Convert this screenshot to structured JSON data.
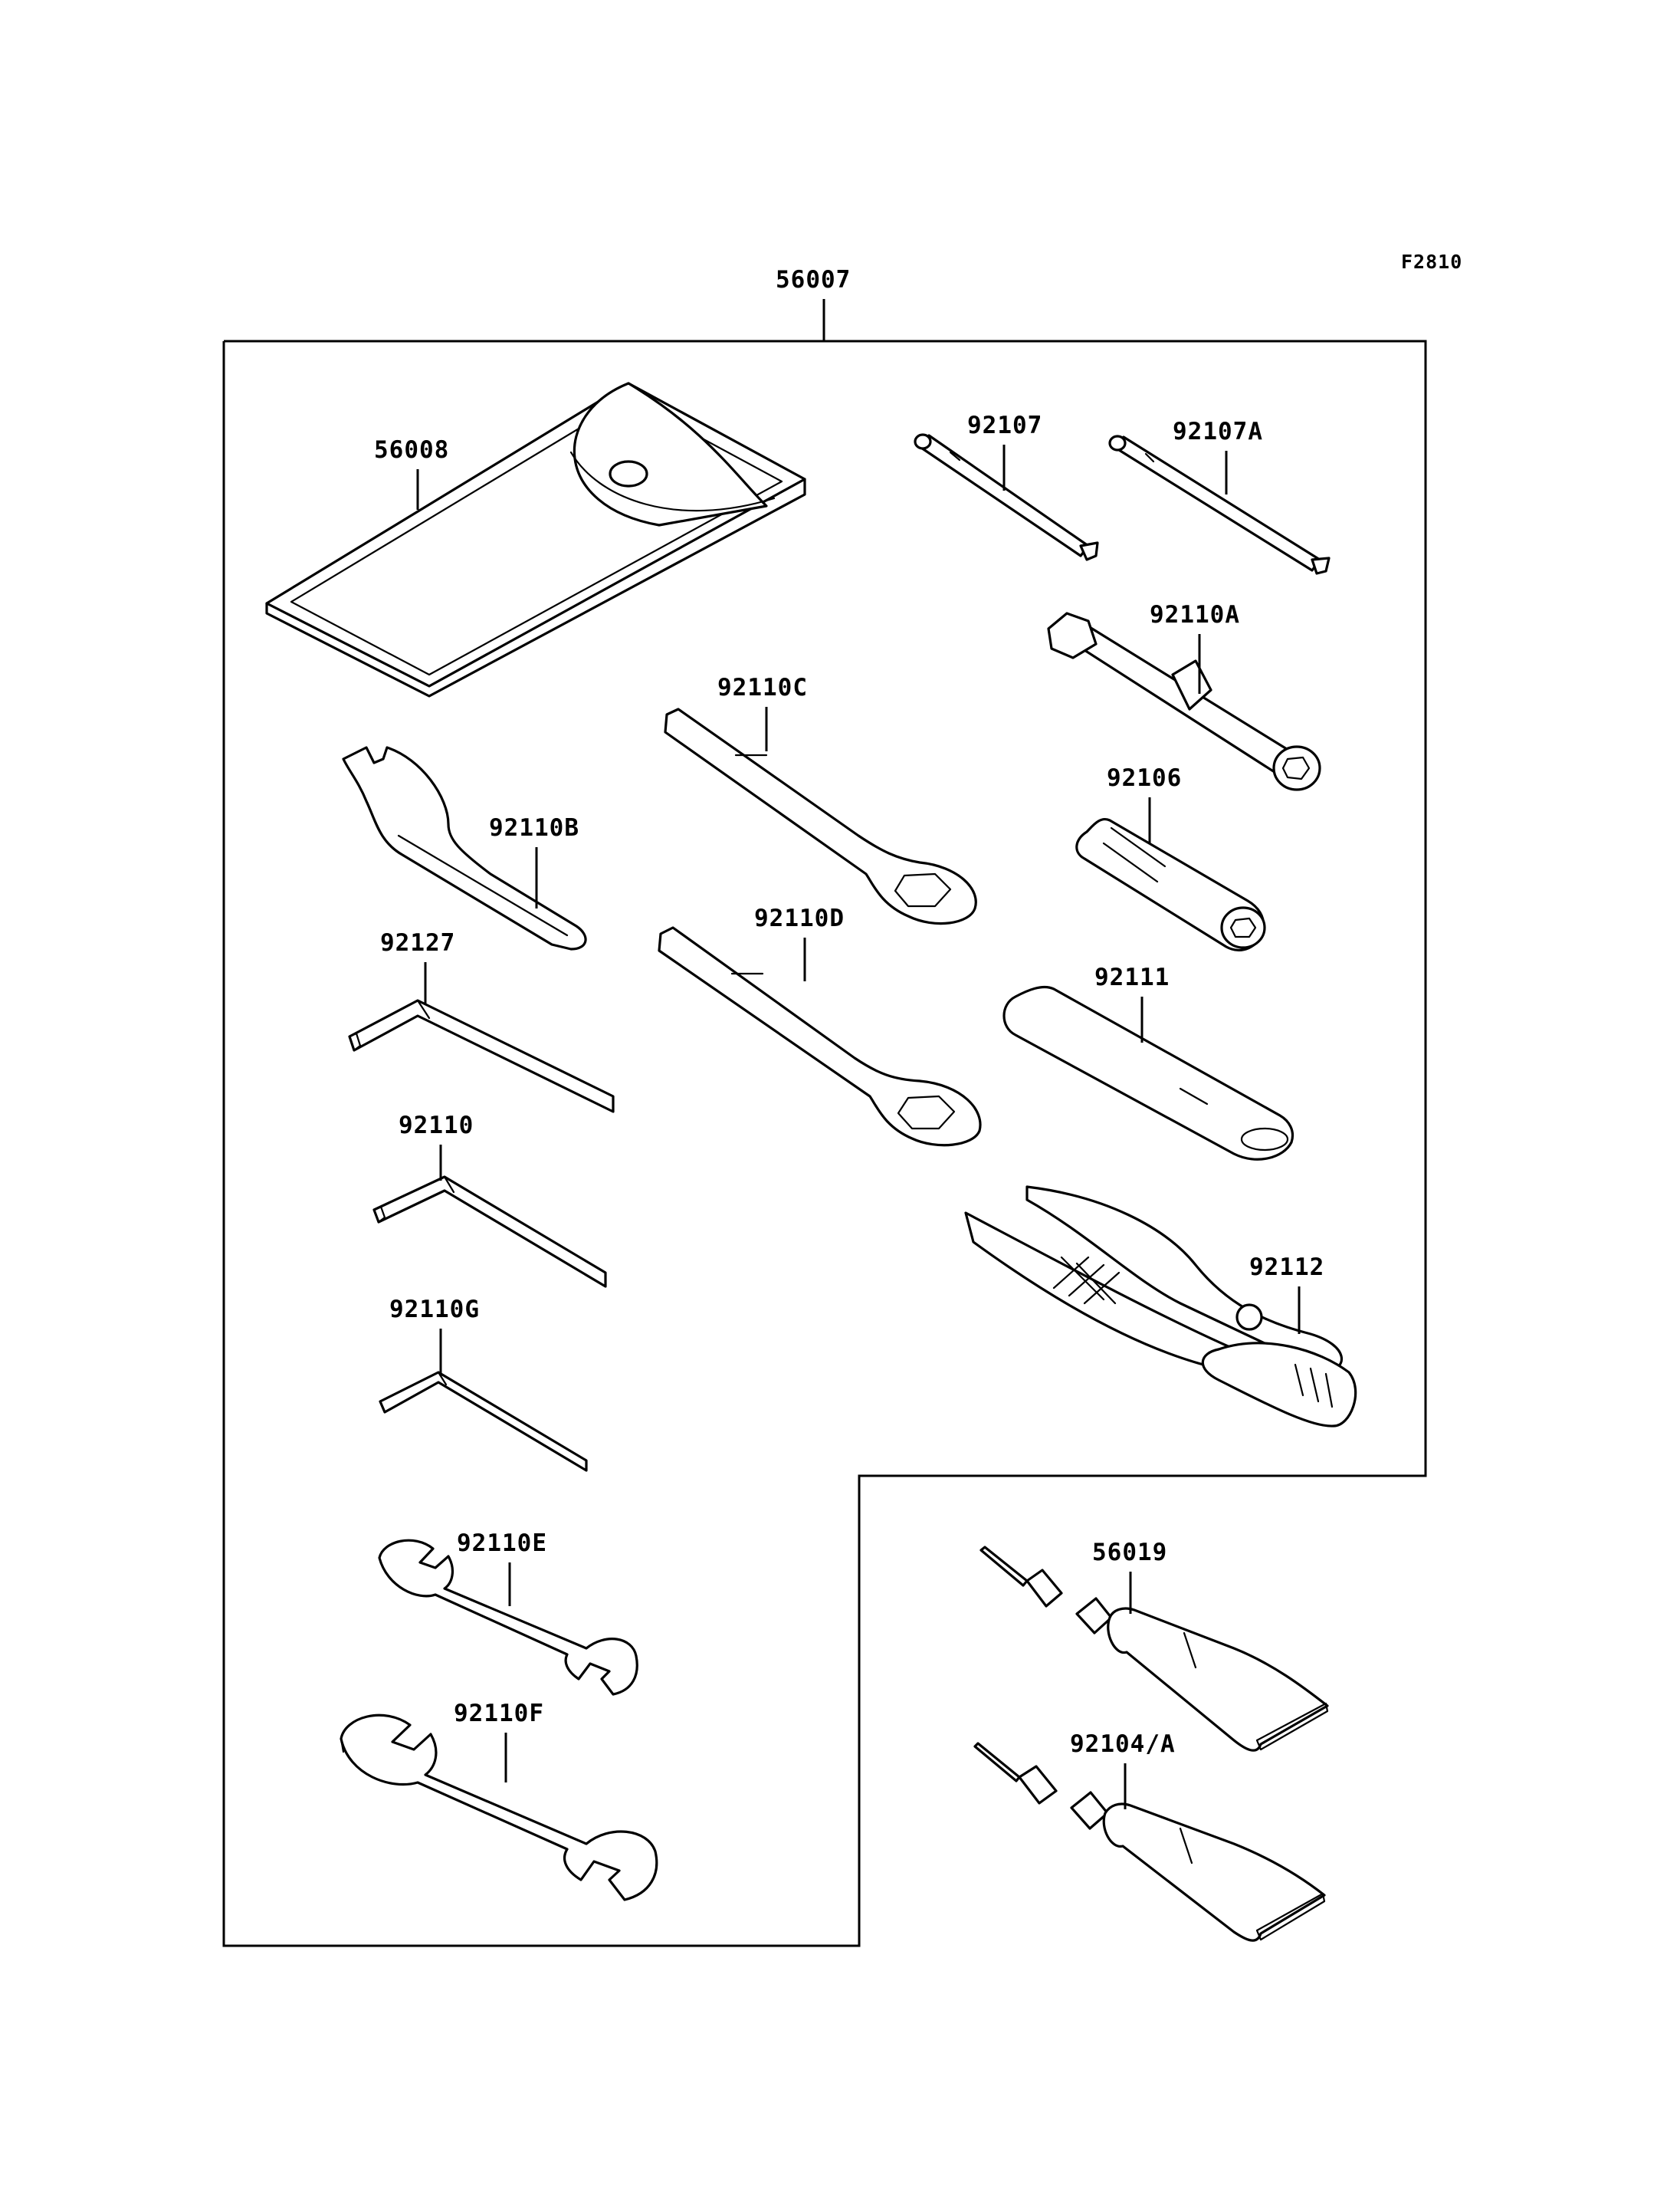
{
  "figure_code": "F2810",
  "kit_label": "56007",
  "labels": {
    "p56008": "56008",
    "p92107": "92107",
    "p92107A": "92107A",
    "p92110A": "92110A",
    "p92110C": "92110C",
    "p92106": "92106",
    "p92110B": "92110B",
    "p92127": "92127",
    "p92110D": "92110D",
    "p92111": "92111",
    "p92110": "92110",
    "p92112": "92112",
    "p92110G": "92110G",
    "p92110E": "92110E",
    "p56019": "56019",
    "p92110F": "92110F",
    "p92104A": "92104/A"
  }
}
